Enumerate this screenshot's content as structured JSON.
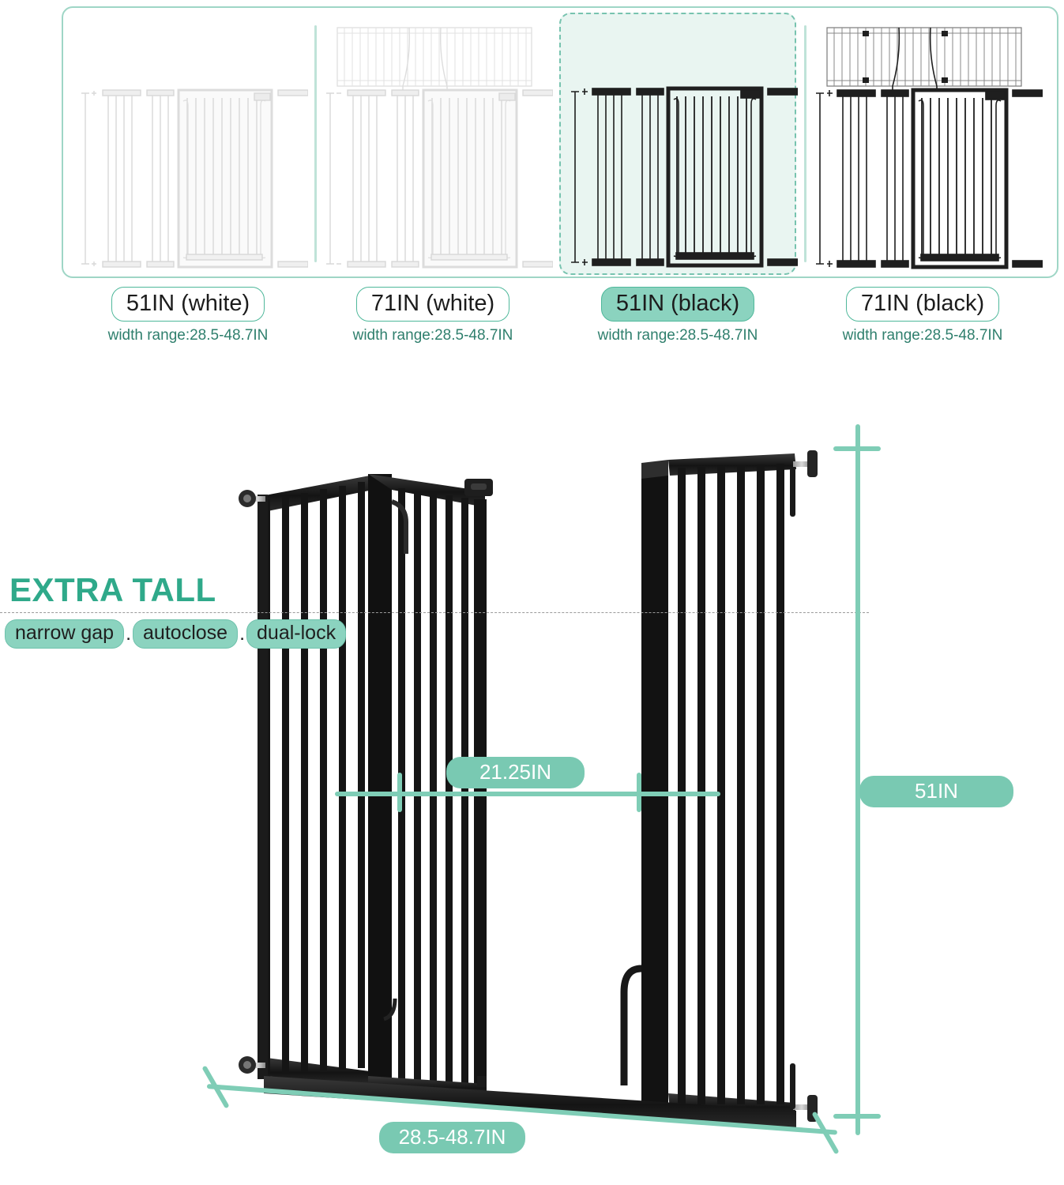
{
  "variant_selector": {
    "options": [
      {
        "id": "51in-white",
        "label": "51IN (white)",
        "sub": "width range:28.5-48.7IN",
        "color": "white",
        "height_in": 51,
        "selected": false,
        "has_extension_panel": false
      },
      {
        "id": "71in-white",
        "label": "71IN (white)",
        "sub": "width range:28.5-48.7IN",
        "color": "white",
        "height_in": 71,
        "selected": false,
        "has_extension_panel": true
      },
      {
        "id": "51in-black",
        "label": "51IN (black)",
        "sub": "width range:28.5-48.7IN",
        "color": "black",
        "height_in": 51,
        "selected": true,
        "has_extension_panel": false
      },
      {
        "id": "71in-black",
        "label": "71IN (black)",
        "sub": "width range:28.5-48.7IN",
        "color": "black",
        "height_in": 71,
        "selected": false,
        "has_extension_panel": true
      }
    ]
  },
  "hero": {
    "headline": "EXTRA TALL",
    "features": [
      "narrow gap",
      "autoclose",
      "dual-lock"
    ],
    "separator": "."
  },
  "dimensions": {
    "opening_width": "21.25IN",
    "gate_height": "51IN",
    "width_range": "28.5-48.7IN"
  },
  "colors": {
    "accent_green": "#2FA98A",
    "pill_fill": "#79C9B2",
    "tag_fill": "#8BD3BF",
    "panel_border": "#9FD6C6",
    "selected_bg": "#E9F5F1",
    "selected_border": "#77C3AF",
    "sub_text": "#2f7f6d",
    "product_black": "#1a1a1a"
  }
}
